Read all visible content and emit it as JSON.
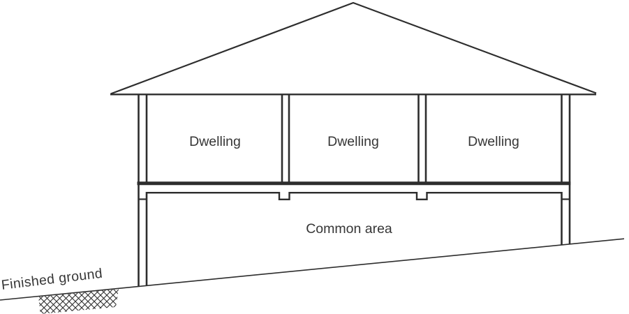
{
  "diagram": {
    "type": "building-cross-section",
    "labels": {
      "dwelling_1": "Dwelling",
      "dwelling_2": "Dwelling",
      "dwelling_3": "Dwelling",
      "common_area": "Common area",
      "finished_ground": "Finished ground"
    },
    "colors": {
      "line": "#2d2d2d",
      "text": "#363636",
      "background": "#ffffff"
    }
  }
}
